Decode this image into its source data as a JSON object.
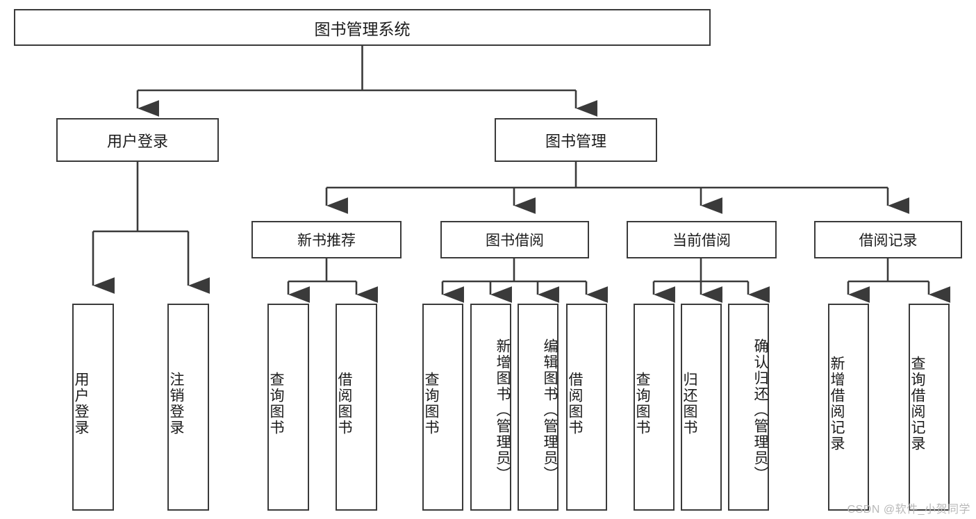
{
  "diagram": {
    "title": "图书管理系统",
    "type": "hierarchical-tree",
    "watermark": "CSDN @软件_小贺同学",
    "line_color": "#3a3a3a",
    "box_fill": "#ffffff",
    "text_color": "#1b1b1b"
  },
  "nodes": {
    "root": {
      "label": "图书管理系统",
      "level": 1
    },
    "level2": [
      {
        "id": "user-login",
        "label": "用户登录"
      },
      {
        "id": "book-manage",
        "label": "图书管理"
      }
    ],
    "level3": [
      {
        "id": "new-book-recommend",
        "label": "新书推荐"
      },
      {
        "id": "book-borrow",
        "label": "图书借阅"
      },
      {
        "id": "current-borrow",
        "label": "当前借阅"
      },
      {
        "id": "borrow-record",
        "label": "借阅记录"
      }
    ],
    "leaves": {
      "user-login": [
        {
          "id": "leaf-user-login",
          "label": "用户登录"
        },
        {
          "id": "leaf-logout",
          "label": "注销登录"
        }
      ],
      "new-book-recommend": [
        {
          "id": "leaf-query-book-1",
          "label": "查询图书"
        },
        {
          "id": "leaf-borrow-book-1",
          "label": "借阅图书"
        }
      ],
      "book-borrow": [
        {
          "id": "leaf-query-book-2",
          "label": "查询图书"
        },
        {
          "id": "leaf-add-book",
          "label": "新增图书（管理员）"
        },
        {
          "id": "leaf-edit-book",
          "label": "编辑图书（管理员）"
        },
        {
          "id": "leaf-borrow-book-2",
          "label": "借阅图书"
        }
      ],
      "current-borrow": [
        {
          "id": "leaf-query-book-3",
          "label": "查询图书"
        },
        {
          "id": "leaf-return-book",
          "label": "归还图书"
        },
        {
          "id": "leaf-confirm-return",
          "label": "确认归还（管理员）"
        }
      ],
      "borrow-record": [
        {
          "id": "leaf-add-record",
          "label": "新增借阅记录"
        },
        {
          "id": "leaf-query-record",
          "label": "查询借阅记录"
        }
      ]
    }
  }
}
